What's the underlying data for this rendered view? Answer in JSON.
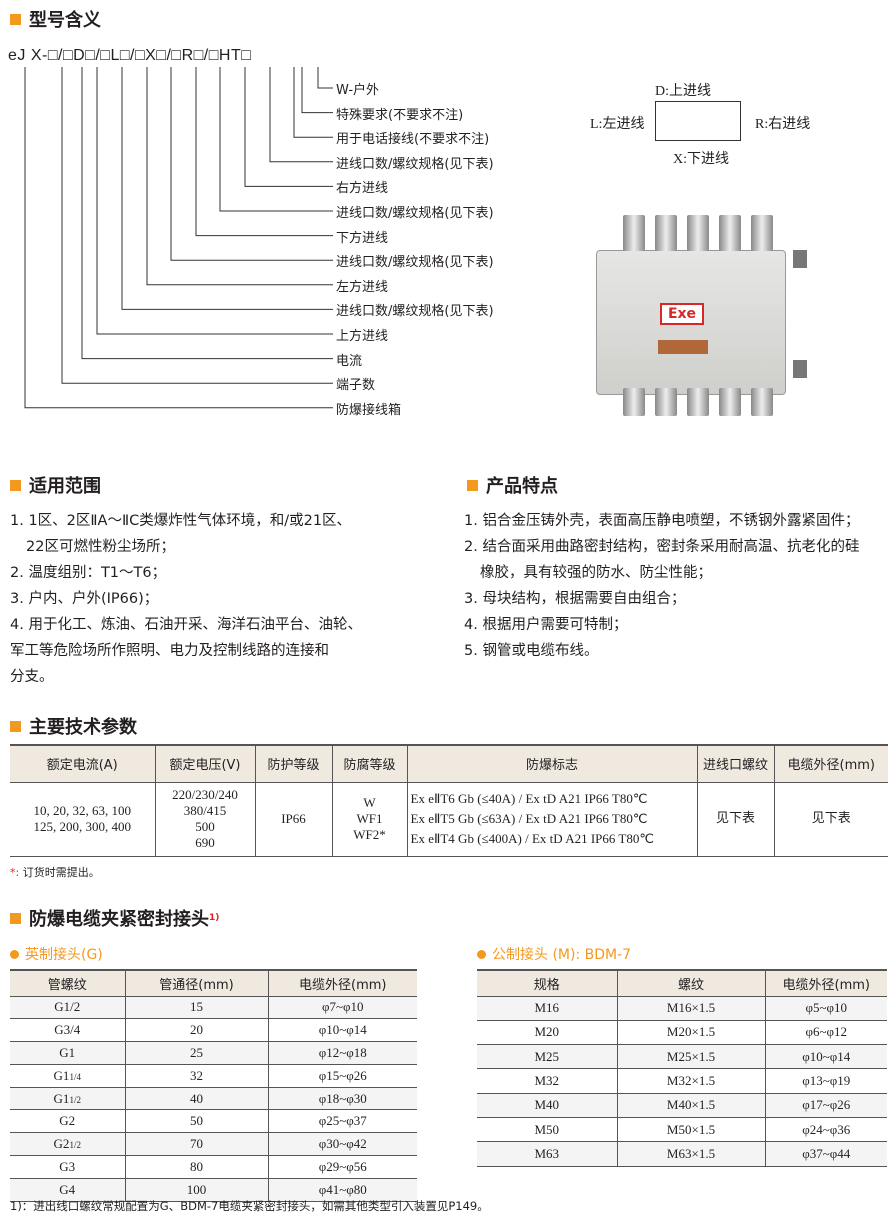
{
  "sections": {
    "model": "型号含义",
    "scope": "适用范围",
    "features": "产品特点",
    "params": "主要技术参数",
    "gland": "防爆电缆夹紧密封接头",
    "gland_sup": "1)"
  },
  "model_code": "eJ X-□/□D□/□L□/□X□/□R□/□HT□",
  "model_labels": [
    "W-户外",
    "特殊要求(不要求不注)",
    "用于电话接线(不要求不注)",
    "进线口数/螺纹规格(见下表)",
    "右方进线",
    "进线口数/螺纹规格(见下表)",
    "下方进线",
    "进线口数/螺纹规格(见下表)",
    "左方进线",
    "进线口数/螺纹规格(见下表)",
    "上方进线",
    "电流",
    "端子数",
    "防爆接线箱"
  ],
  "direction": {
    "top": "D:上进线",
    "left": "L:左进线",
    "right": "R:右进线",
    "bottom": "X:下进线"
  },
  "product": {
    "badge": "Exe"
  },
  "scope_items": [
    "1. 1区、2区ⅡA～ⅡC类爆炸性气体环境，和/或21区、",
    "22区可燃性粉尘场所；",
    "2. 温度组别：T1～T6；",
    "3. 户内、户外(IP66)；",
    "4. 用于化工、炼油、石油开采、海洋石油平台、油轮、",
    "军工等危险场所作照明、电力及控制线路的连接和",
    "分支。"
  ],
  "feature_items": [
    "1. 铝合金压铸外壳，表面高压静电喷塑，不锈钢外露紧固件；",
    "2. 结合面采用曲路密封结构，密封条采用耐高温、抗老化的硅",
    "橡胶，具有较强的防水、防尘性能；",
    "3. 母块结构，根据需要自由组合；",
    "4. 根据用户需要可特制；",
    "5. 钢管或电缆布线。"
  ],
  "tech": {
    "headers": [
      "额定电流(A)",
      "额定电压(V)",
      "防护等级",
      "防腐等级",
      "防爆标志",
      "进线口螺纹",
      "电缆外径(mm)"
    ],
    "current": [
      "10, 20, 32, 63, 100",
      "125, 200, 300, 400"
    ],
    "voltage": [
      "220/230/240",
      "380/415",
      "500",
      "690"
    ],
    "ip": "IP66",
    "anticorr": [
      "W",
      "WF1",
      "WF2*"
    ],
    "marks": [
      "Ex eⅡT6 Gb (≤40A) / Ex tD A21 IP66 T80℃",
      "Ex eⅡT5 Gb (≤63A) / Ex tD A21 IP66 T80℃",
      "Ex eⅡT4 Gb (≤400A) / Ex tD A21 IP66 T80℃"
    ],
    "thread": "见下表",
    "cable": "见下表"
  },
  "tech_note_star": "*:",
  "tech_note": " 订货时需提出。",
  "g_table": {
    "title": "英制接头(G)",
    "headers": [
      "管螺纹",
      "管通径(mm)",
      "电缆外径(mm)"
    ],
    "rows": [
      [
        "G1/2",
        "",
        "15",
        "φ7~φ10"
      ],
      [
        "G3/4",
        "",
        "20",
        "φ10~φ14"
      ],
      [
        "G1",
        "",
        "25",
        "φ12~φ18"
      ],
      [
        "G1",
        "1/4",
        "32",
        "φ15~φ26"
      ],
      [
        "G1",
        "1/2",
        "40",
        "φ18~φ30"
      ],
      [
        "G2",
        "",
        "50",
        "φ25~φ37"
      ],
      [
        "G2",
        "1/2",
        "70",
        "φ30~φ42"
      ],
      [
        "G3",
        "",
        "80",
        "φ29~φ56"
      ],
      [
        "G4",
        "",
        "100",
        "φ41~φ80"
      ]
    ]
  },
  "m_table": {
    "title": "公制接头 (M): BDM-7",
    "headers": [
      "规格",
      "螺纹",
      "电缆外径(mm)"
    ],
    "rows": [
      [
        "M16",
        "M16×1.5",
        "φ5~φ10"
      ],
      [
        "M20",
        "M20×1.5",
        "φ6~φ12"
      ],
      [
        "M25",
        "M25×1.5",
        "φ10~φ14"
      ],
      [
        "M32",
        "M32×1.5",
        "φ13~φ19"
      ],
      [
        "M40",
        "M40×1.5",
        "φ17~φ26"
      ],
      [
        "M50",
        "M50×1.5",
        "φ24~φ36"
      ],
      [
        "M63",
        "M63×1.5",
        "φ37~φ44"
      ]
    ]
  },
  "footnote": "1)：进出线口螺纹常规配置为G、BDM-7电缆夹紧密封接头，如需其他类型引入装置见P149。"
}
